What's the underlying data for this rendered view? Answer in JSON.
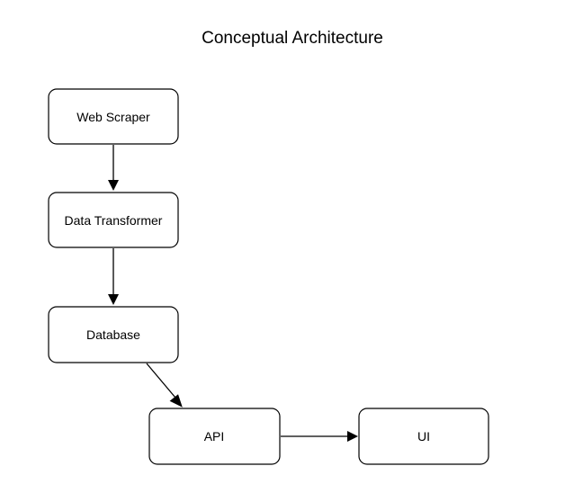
{
  "title": "Conceptual Architecture",
  "nodes": {
    "web_scraper": {
      "label": "Web Scraper"
    },
    "data_transformer": {
      "label": "Data Transformer"
    },
    "database": {
      "label": "Database"
    },
    "api": {
      "label": "API"
    },
    "ui": {
      "label": "UI"
    }
  },
  "edges": [
    {
      "from": "web_scraper",
      "to": "data_transformer"
    },
    {
      "from": "data_transformer",
      "to": "database"
    },
    {
      "from": "database",
      "to": "api"
    },
    {
      "from": "api",
      "to": "ui"
    }
  ],
  "colors": {
    "background": "#ffffff",
    "stroke": "#000000",
    "text": "#000000"
  }
}
